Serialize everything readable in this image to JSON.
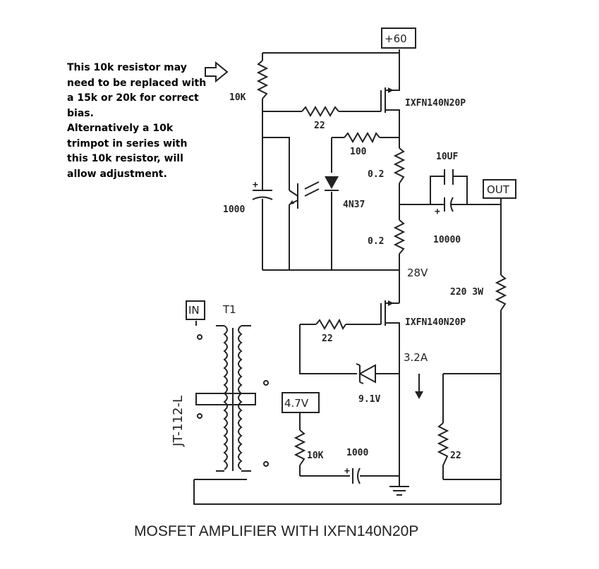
{
  "note": {
    "lines": [
      "This 10k resistor may",
      "need to be replaced with",
      "a 15k or 20k for correct",
      "bias.",
      "Alternatively a 10k",
      "trimpot in series with",
      "this 10k resistor, will",
      "allow adjustment."
    ]
  },
  "labels": {
    "supply": "+60",
    "r_10k_top": "10K",
    "mosfet_top": "IXFN140N20P",
    "r_22_top": "22",
    "r_100": "100",
    "r_0_2_a": "0.2",
    "cap_10uf": "10UF",
    "out": "OUT",
    "cap_1000_top": "1000",
    "opto": "4N37",
    "r_0_2_b": "0.2",
    "cap_10000": "10000",
    "v_28": "28V",
    "r_220": "220 3W",
    "in": "IN",
    "t1": "T1",
    "mosfet_bot": "IXFN140N20P",
    "r_22_mid": "22",
    "current": "3.2A",
    "zener": "9.1V",
    "v_4_7": "4.7V",
    "transformer": "JT-112-L",
    "r_10k_bot": "10K",
    "cap_1000_bot": "1000",
    "r_22_bot": "22",
    "title": "MOSFET AMPLIFIER WITH IXFN140N20P"
  },
  "colors": {
    "ink": "#222222",
    "background": "#ffffff"
  },
  "icons": {
    "arrow": "hollow-right-arrow-icon",
    "ground": "ground-icon"
  }
}
